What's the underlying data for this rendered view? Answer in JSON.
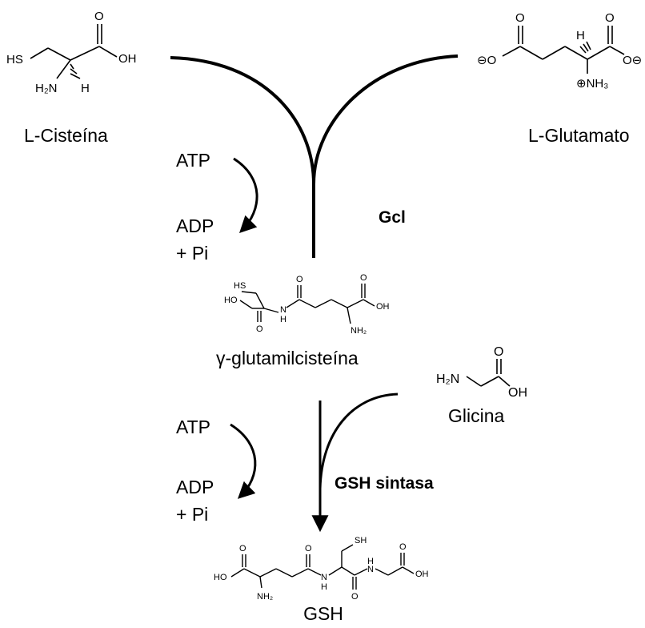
{
  "molecules": {
    "cysteine": {
      "name": "L-Cisteína",
      "atoms": {
        "sh": "HS",
        "oxo": "O",
        "oh": "OH",
        "amine": "H₂N",
        "h": "H"
      }
    },
    "glutamate": {
      "name": "L-Glutamato",
      "atoms": {
        "o_neg_left": "⊖O",
        "oxo_left": "O",
        "h": "H",
        "oxo_right": "O",
        "o_neg_right": "O⊖",
        "ammonium": "⊕NH₃"
      }
    },
    "gamma_glutamylcysteine": {
      "name": "γ-glutamilcisteína",
      "atoms": {
        "sh": "HS",
        "ho": "HO",
        "oxo_low": "O",
        "nh": "N",
        "h_nh": "H",
        "oxo_mid": "O",
        "oxo_right": "O",
        "oh": "OH",
        "amine": "NH₂"
      }
    },
    "glycine": {
      "name": "Glicina",
      "atoms": {
        "amine": "H₂N",
        "oxo": "O",
        "oh": "OH"
      }
    },
    "gsh": {
      "name": "GSH",
      "atoms": {
        "oxo_left": "O",
        "ho": "HO",
        "amine": "NH₂",
        "oxo_mid": "O",
        "nh_left": "N",
        "h_left": "H",
        "sh": "SH",
        "oxo_low": "O",
        "nh_right": "N",
        "h_right": "H",
        "oxo_right": "O",
        "oh": "OH"
      }
    }
  },
  "step1": {
    "enzyme": "Gcl",
    "cofactor_in": "ATP",
    "cofactor_out_1": "ADP",
    "cofactor_out_2": "+ Pi"
  },
  "step2": {
    "enzyme": "GSH sintasa",
    "cofactor_in": "ATP",
    "cofactor_out_1": "ADP",
    "cofactor_out_2": "+ Pi"
  }
}
